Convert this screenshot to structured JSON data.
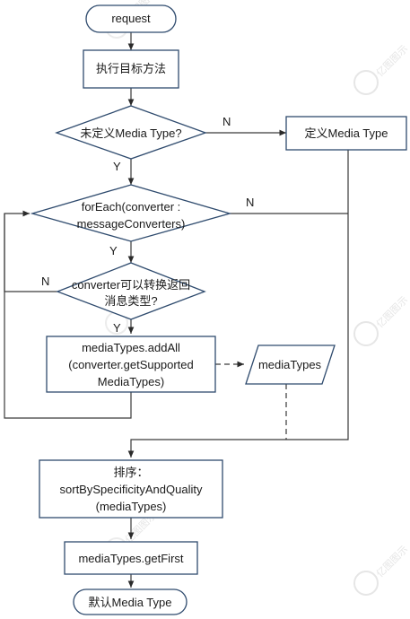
{
  "nodes": {
    "start": "request",
    "exec": "执行目标方法",
    "cond_undefined": "未定义Media Type?",
    "define_type": "定义Media Type",
    "foreach": [
      "forEach(converter :",
      "messageConverters)"
    ],
    "cond_convert": [
      "converter可以转换返回",
      "消息类型?"
    ],
    "add_all": [
      "mediaTypes.addAll",
      "(converter.getSupported",
      "MediaTypes)"
    ],
    "media_types": "mediaTypes",
    "sort": [
      "排序：",
      "sortBySpecificityAndQuality",
      "(mediaTypes)"
    ],
    "get_first": "mediaTypes.getFirst",
    "end": "默认Media Type"
  },
  "edge_labels": {
    "undefined_no": "N",
    "undefined_yes": "Y",
    "foreach_no": "N",
    "foreach_yes": "Y",
    "convert_no": "N",
    "convert_yes": "Y"
  },
  "watermark": "亿图图示",
  "colors": {
    "shape_stroke": "#2f4b6e",
    "edge": "#3a3a3a",
    "background": "#ffffff"
  }
}
